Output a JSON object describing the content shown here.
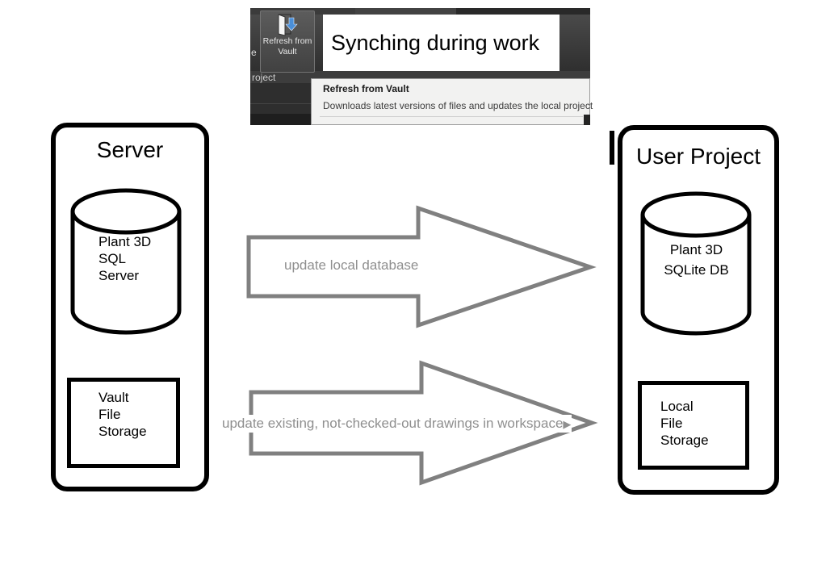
{
  "toolbar": {
    "partial_label": "e",
    "refresh_button": {
      "label": "Refresh from\nVault"
    },
    "panel_label": "roject",
    "title": "Synching during work",
    "tooltip": {
      "title": "Refresh from Vault",
      "description": "Downloads latest versions of files and updates the local project"
    }
  },
  "diagram": {
    "server_box": {
      "title": "Server",
      "database": "Plant 3D\nSQL\nServer",
      "storage": "Vault\nFile\nStorage"
    },
    "user_box": {
      "title": "User Project",
      "database": "Plant 3D\nSQLite DB",
      "storage": "Local\nFile\nStorage"
    },
    "arrows": [
      {
        "label": "update local database"
      },
      {
        "label": "update existing, not-checked-out drawings in workspace",
        "cursor": "▶"
      }
    ]
  },
  "colors": {
    "arrow_outline": "#808080",
    "arrow_text": "#8f8f8f",
    "icon_accent_blue": "#4a8fd9",
    "ribbon_dark": "#3b3b3b",
    "tooltip_bg": "#f2f2f1"
  }
}
